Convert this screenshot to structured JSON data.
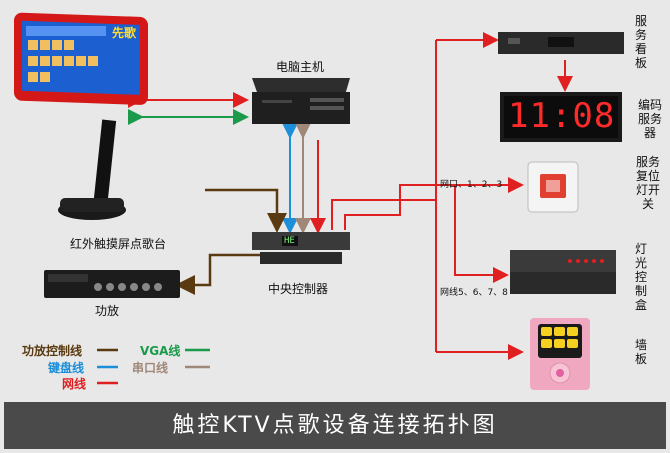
{
  "devices": {
    "touch_kiosk": "红外触摸屏点歌台",
    "computer": "电脑主机",
    "amplifier": "功放",
    "central_controller": "中央控制器",
    "service_board": "服务看板",
    "encoder_board": "编码服务器",
    "service_light": "服务复位灯开关",
    "light_box": "灯光控制盒",
    "wall_board": "墙板"
  },
  "kiosk_screen_brand": "先歌",
  "controller_display": "HE",
  "clock_display": "11:08",
  "port_labels": {
    "top": "网口、1、2、3",
    "bottom": "网线5、6、7、8"
  },
  "legend": [
    {
      "label": "功放控制线",
      "color": "#5a3a10"
    },
    {
      "label": "VGA线",
      "color": "#1a9a4a"
    },
    {
      "label": "键盘线",
      "color": "#1c8fd8"
    },
    {
      "label": "串口线",
      "color": "#a08878"
    },
    {
      "label": "网线",
      "color": "#e02020"
    }
  ],
  "footer_title": "触控KTV点歌设备连接拓扑图"
}
